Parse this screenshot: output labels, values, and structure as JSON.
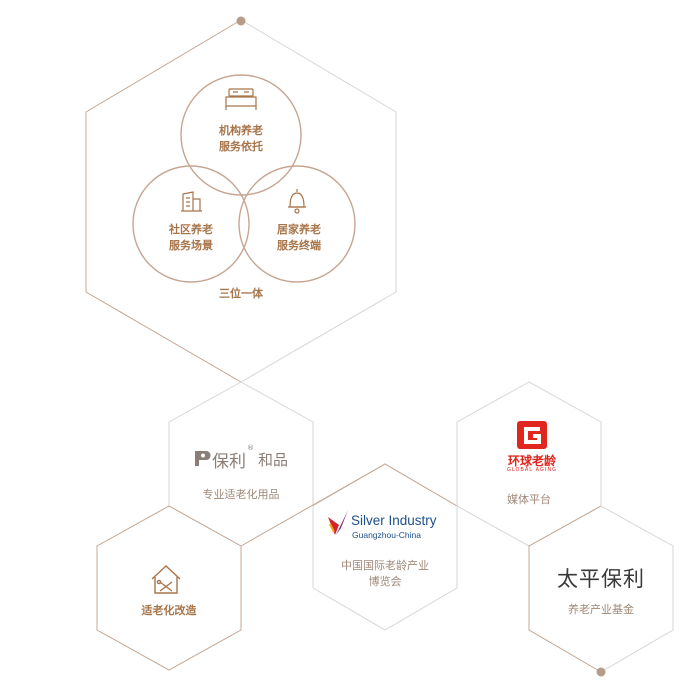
{
  "colors": {
    "brown": "#bf9f8a",
    "gold": "#a8754a",
    "gray_line": "#d3d3d3",
    "dot": "#b89c8a",
    "baoli_gray": "#8a7f78",
    "ji_red": "#e0261f",
    "silver_blue": "#1d4f8a",
    "taiping_dark": "#3a3a3a"
  },
  "top_hexagon": {
    "circles": [
      {
        "line1": "机构养老",
        "line2": "服务依托",
        "icon": "bed-icon"
      },
      {
        "line1": "社区养老",
        "line2": "服务场景",
        "icon": "building-icon"
      },
      {
        "line1": "居家养老",
        "line2": "服务终端",
        "icon": "bell-icon"
      }
    ],
    "caption": "三位一体"
  },
  "hexagons": {
    "baoli_hepin": {
      "logo_chars": "保利",
      "logo_suffix": "和品",
      "registered": "®",
      "caption": "专业适老化用品"
    },
    "renovation": {
      "icon": "house-tools-icon",
      "caption": "适老化改造"
    },
    "silver_industry": {
      "logo_line1": "Silver Industry",
      "logo_line2": "Guangzhou-China",
      "caption_line1": "中国国际老龄产业",
      "caption_line2": "博览会"
    },
    "global_aging": {
      "logo_glyph": "G",
      "logo_cn": "环球老龄",
      "logo_en": "GLOBAL AGING",
      "caption": "媒体平台"
    },
    "taiping_baoli": {
      "title": "太平保利",
      "caption": "养老产业基金"
    }
  }
}
